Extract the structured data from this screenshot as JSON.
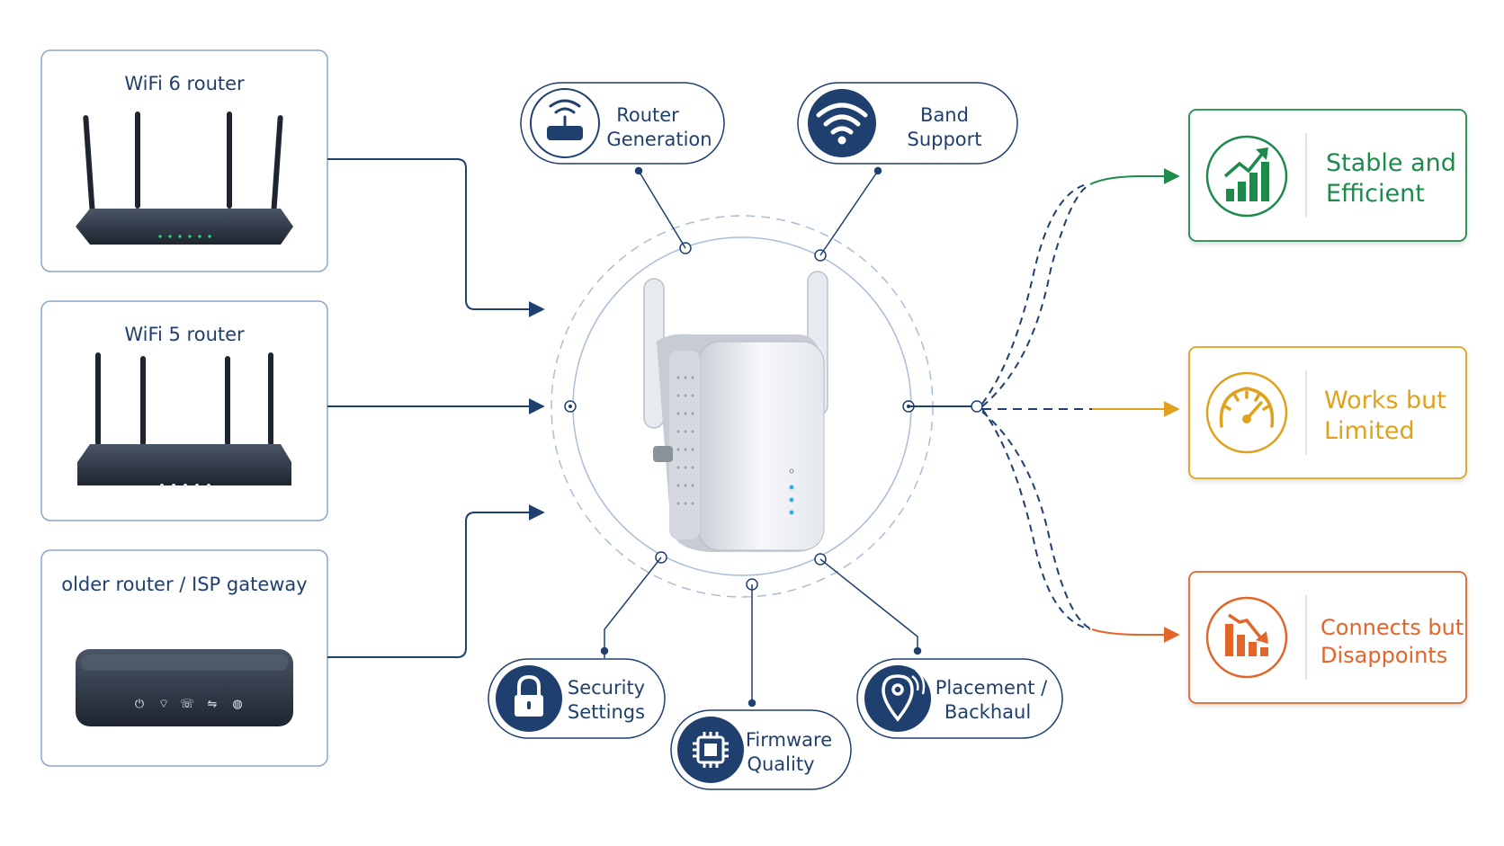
{
  "routers": [
    {
      "label": "WiFi 6 router"
    },
    {
      "label": "WiFi 5 router"
    },
    {
      "label": "older router / ISP gateway"
    }
  ],
  "factors": {
    "router_generation": {
      "line1": "Router",
      "line2": "Generation",
      "icon": "router-icon"
    },
    "band_support": {
      "line1": "Band",
      "line2": "Support",
      "icon": "wifi-icon"
    },
    "security_settings": {
      "line1": "Security",
      "line2": "Settings",
      "icon": "lock-icon"
    },
    "firmware_quality": {
      "line1": "Firmware",
      "line2": "Quality",
      "icon": "chip-icon"
    },
    "placement_backhaul": {
      "line1": "Placement /",
      "line2": "Backhaul",
      "icon": "location-pin-icon"
    }
  },
  "outcomes": [
    {
      "line1": "Stable and",
      "line2": "Efficient",
      "color": "#1e8a4c",
      "icon": "chart-up-icon"
    },
    {
      "line1": "Works but",
      "line2": "Limited",
      "color": "#e0a21e",
      "icon": "gauge-icon"
    },
    {
      "line1": "Connects but",
      "line2": "Disappoints",
      "color": "#e2652a",
      "icon": "chart-down-icon"
    }
  ],
  "colors": {
    "navy": "#1f3f6e",
    "border": "#8aa6c8",
    "green": "#1e8a4c",
    "amber": "#e0a21e",
    "orange": "#e2652a"
  }
}
